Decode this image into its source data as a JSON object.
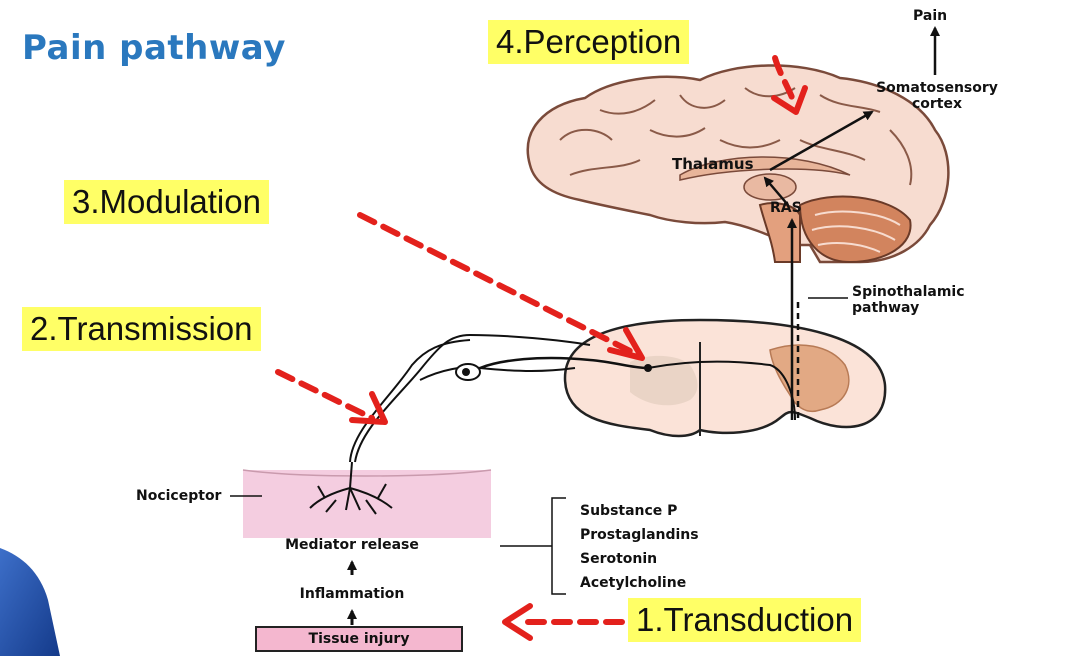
{
  "title": "Pain pathway",
  "stages": {
    "perception": "4.Perception",
    "modulation": "3.Modulation",
    "transmission": "2.Transmission",
    "transduction": "1.Transduction"
  },
  "labels": {
    "pain": "Pain",
    "somatosensory_line1": "Somatosensory",
    "somatosensory_line2": "cortex",
    "thalamus": "Thalamus",
    "ras": "RAS",
    "spinothalamic_line1": "Spinothalamic",
    "spinothalamic_line2": "pathway",
    "nociceptor": "Nociceptor",
    "mediator_release": "Mediator release",
    "inflammation": "Inflammation",
    "tissue_injury": "Tissue injury"
  },
  "mediators": [
    "Substance P",
    "Prostaglandins",
    "Serotonin",
    "Acetylcholine"
  ],
  "colors": {
    "title": "#2a78be",
    "highlight": "#ffff66",
    "arrow": "#e3211c",
    "brain_fill": "#f7dcd0",
    "cord_dark": "#e2a984",
    "skin": "#f4cde0",
    "tissue_box": "#f4b7cf"
  }
}
